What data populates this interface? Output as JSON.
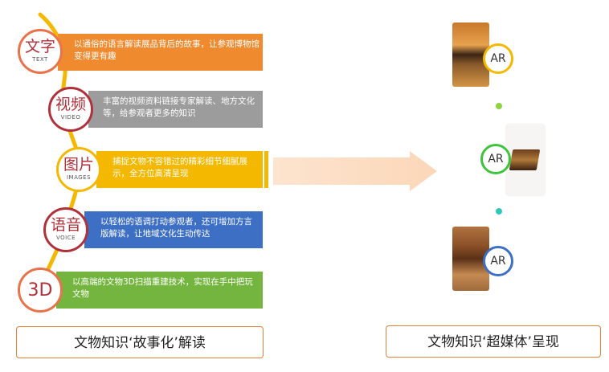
{
  "colors": {
    "text": "#f08a2e",
    "video": "#9c9c9c",
    "images": "#f5b800",
    "voice": "#3d6fc5",
    "threed": "#74b53f",
    "caption_border": "#e0803a"
  },
  "items": [
    {
      "title": "文字",
      "subtitle": "TEXT",
      "desc": "以通俗的语言解读展品背后的故事，让参观博物馆变得更有趣"
    },
    {
      "title": "视频",
      "subtitle": "VIDEO",
      "desc": "丰富的视频资料链接专家解读、地方文化等，给参观者更多的知识"
    },
    {
      "title": "图片",
      "subtitle": "IMAGES",
      "desc": "捕捉文物不容错过的精彩细节细腻展示，全方位高清呈现"
    },
    {
      "title": "语音",
      "subtitle": "VOICE",
      "desc": "以轻松的语调打动参观者，还可增加方言版解读，让地域文化生动传达"
    },
    {
      "title": "3D",
      "subtitle": "",
      "desc": "以高端的文物3D扫描重建技术，实现在手中把玩文物"
    }
  ],
  "left_caption": "文物知识‘故事化’解读",
  "right_caption": "文物知识‘超媒体’呈现",
  "ar_label": "AR",
  "arrow_icon": "right-arrow-icon"
}
